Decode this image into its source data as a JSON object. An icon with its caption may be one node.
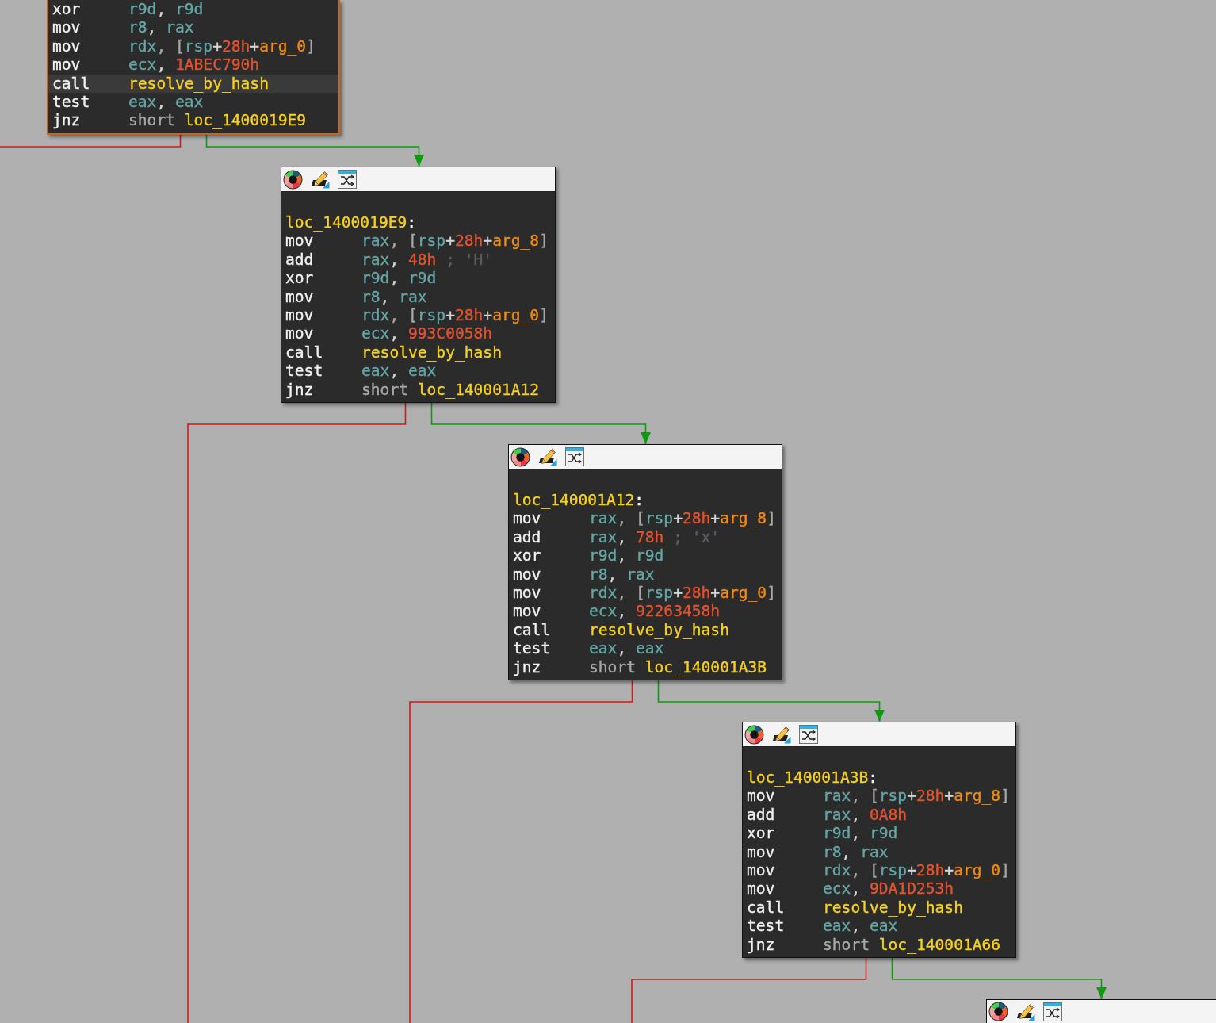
{
  "diagram": {
    "nodes": [
      {
        "text": [
          "xor r9d, r9d",
          "mov r8, rax",
          "mov rdx, [rsp+28h+arg_0]",
          "mov ecx, 1ABEC790h",
          "call resolve_by_hash",
          "test eax, eax",
          "jnz short loc_1400019E9"
        ]
      },
      {
        "text": [
          "loc_1400019E9:",
          "mov rax, [rsp+28h+arg_8]",
          "add rax, 48h ; 'H'",
          "xor r9d, r9d",
          "mov r8, rax",
          "mov rdx, [rsp+28h+arg_0]",
          "mov ecx, 993C0058h",
          "call resolve_by_hash",
          "test eax, eax",
          "jnz short loc_140001A12"
        ]
      },
      {
        "text": [
          "loc_140001A12:",
          "mov rax, [rsp+28h+arg_8]",
          "add rax, 78h ; 'x'",
          "xor r9d, r9d",
          "mov r8, rax",
          "mov rdx, [rsp+28h+arg_0]",
          "mov ecx, 92263458h",
          "call resolve_by_hash",
          "test eax, eax",
          "jnz short loc_140001A3B"
        ]
      },
      {
        "text": [
          "loc_140001A3B:",
          "mov rax, [rsp+28h+arg_8]",
          "add rax, 0A8h",
          "xor r9d, r9d",
          "mov r8, rax",
          "mov rdx, [rsp+28h+arg_0]",
          "mov ecx, 9DA1D253h",
          "call resolve_by_hash",
          "test eax, eax",
          "jnz short loc_140001A66"
        ]
      },
      {
        "text": [],
        "shape": "box"
      }
    ],
    "edges": [
      {
        "from": 0,
        "to": 1,
        "arrow": "to",
        "color": "#119911"
      },
      {
        "from": 0,
        "to": null,
        "arrow": "none",
        "color": "#c81e1e"
      },
      {
        "from": 1,
        "to": 2,
        "arrow": "to",
        "color": "#119911"
      },
      {
        "from": 1,
        "to": null,
        "arrow": "none",
        "color": "#c81e1e"
      },
      {
        "from": 2,
        "to": 3,
        "arrow": "to",
        "color": "#119911"
      },
      {
        "from": 2,
        "to": null,
        "arrow": "none",
        "color": "#c81e1e"
      },
      {
        "from": 3,
        "to": 4,
        "arrow": "to",
        "color": "#119911"
      },
      {
        "from": 3,
        "to": null,
        "arrow": "none",
        "color": "#c81e1e"
      }
    ]
  }
}
